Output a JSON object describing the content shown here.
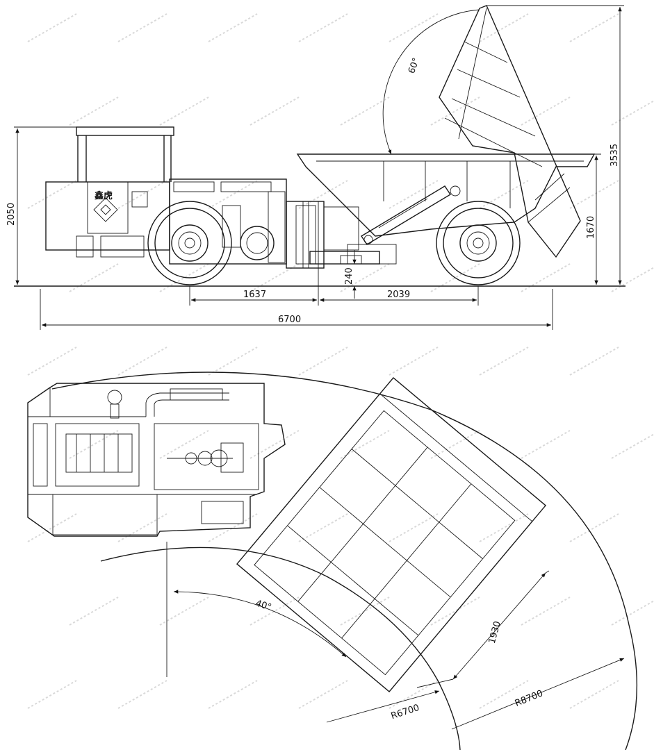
{
  "side_view": {
    "brand_mark": "鑫虎",
    "dim_total_height": "2050",
    "dim_front_axle": "1637",
    "dim_rear_axle": "2039",
    "dim_overall_length": "6700",
    "dim_ground_clearance": "240",
    "dim_box_height": "1670",
    "dim_raised_height": "3535",
    "dim_dump_angle": "60°"
  },
  "top_view": {
    "dim_steer_angle": "40°",
    "dim_box_width": "1930",
    "dim_inner_radius": "R6700",
    "dim_outer_radius": "R8700"
  },
  "colors": {
    "line": "#1a1a1a",
    "watermark": "#d9d9d9"
  }
}
